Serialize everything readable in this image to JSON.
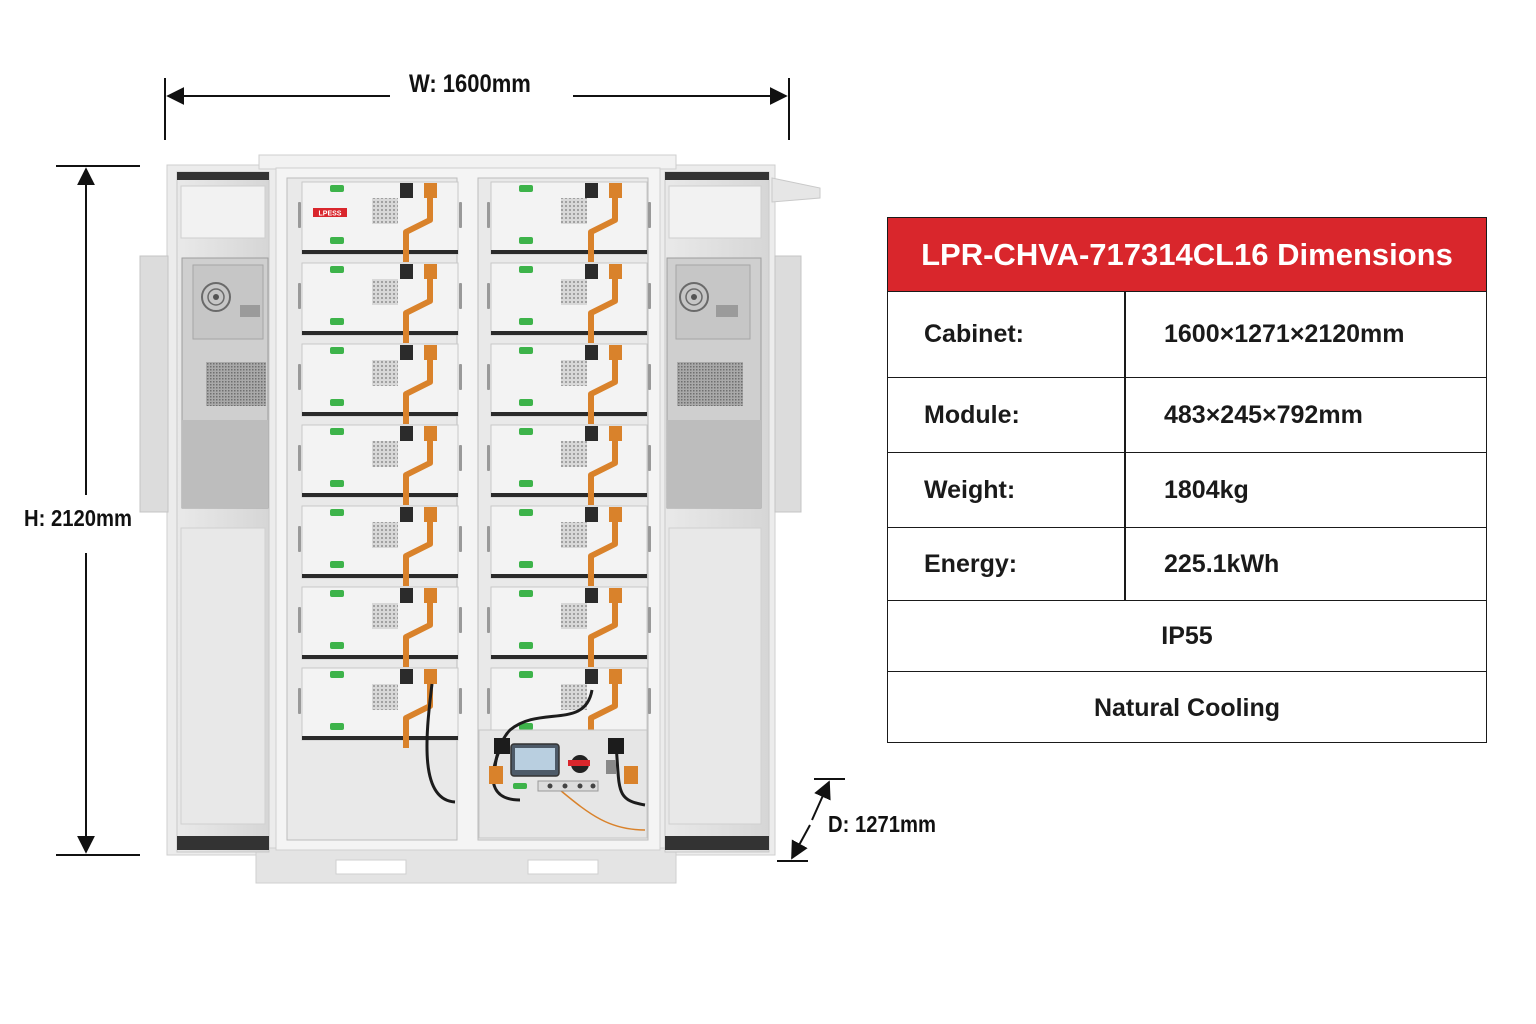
{
  "dimensions": {
    "width_label": "W: 1600mm",
    "height_label": "H: 2120mm",
    "depth_label": "D: 1271mm"
  },
  "cabinet": {
    "brand_logo_text": "LPESS",
    "modules_per_column": 7,
    "columns": 2
  },
  "table": {
    "title": "LPR-CHVA-717314CL16 Dimensions",
    "rows": [
      {
        "key": "Cabinet:",
        "value": "1600×1271×2120mm"
      },
      {
        "key": "Module:",
        "value": "483×245×792mm"
      },
      {
        "key": "Weight:",
        "value": "1804kg"
      },
      {
        "key": "Energy:",
        "value": "225.1kWh"
      }
    ],
    "full_rows": [
      "IP55",
      "Natural Cooling"
    ]
  },
  "colors": {
    "title_bg": "#d9262c",
    "cable_orange": "#d9822b",
    "terminal_green": "#3db34a",
    "cabinet_gray": "#e6e6e6"
  }
}
